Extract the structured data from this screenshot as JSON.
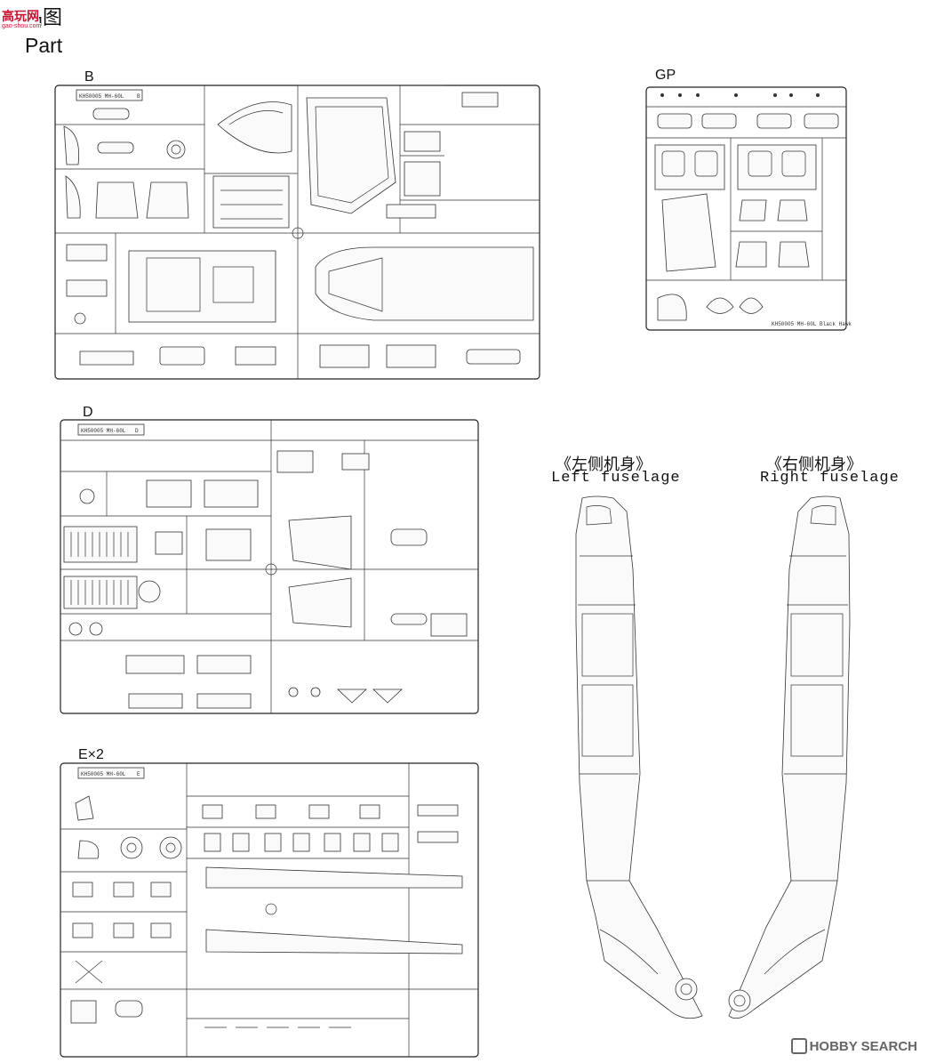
{
  "header": {
    "site_logo": "高玩网",
    "site_url": "gao-shou.com",
    "title_cn": "部品图",
    "title_en": "Part"
  },
  "sprues": {
    "b": {
      "label": "B",
      "code": "KH50005 MH-60L",
      "letter": "B"
    },
    "gp": {
      "label": "GP",
      "code": "KH50005 MH-60L Black Hawk"
    },
    "d": {
      "label": "D",
      "code": "KH50005 MH-60L",
      "letter": "D"
    },
    "e": {
      "label": "E×2",
      "code": "KH50005 MH-60L",
      "letter": "E"
    }
  },
  "fuselage": {
    "left_cn": "《左侧机身》",
    "left_en": "Left fuselage",
    "right_cn": "《右侧机身》",
    "right_en": "Right fuselage"
  },
  "footer": {
    "brand": "HOBBY SEARCH"
  }
}
